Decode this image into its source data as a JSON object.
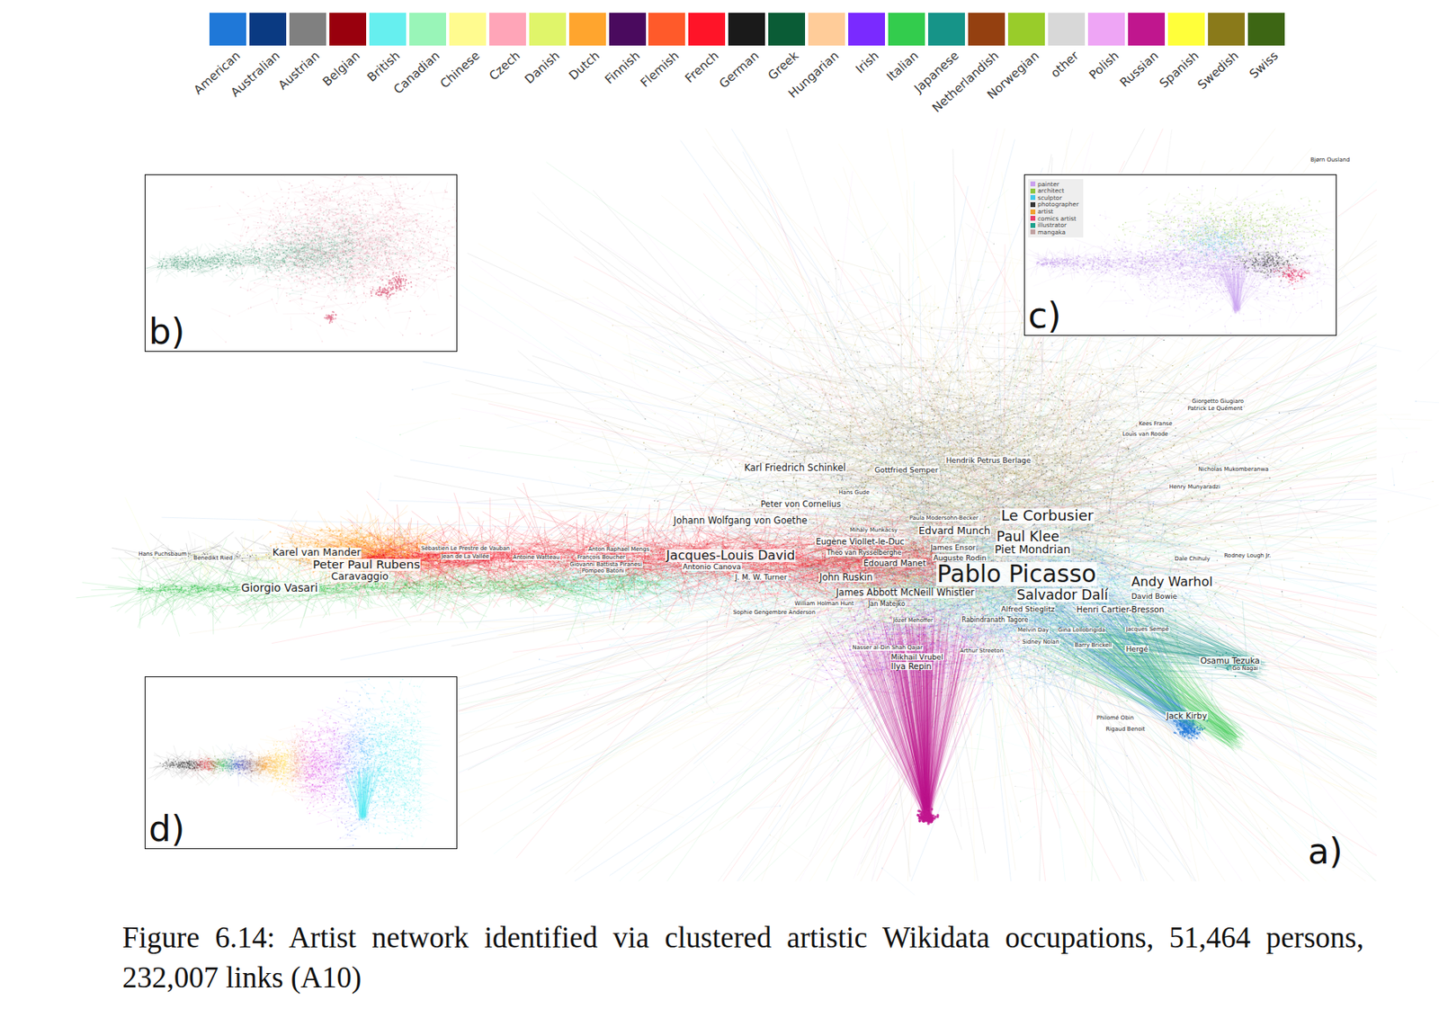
{
  "diagram": {
    "caption": "Figure 6.14: Artist network identified via clustered artistic Wikidata occupations, 51,464 persons, 232,007 links (A10)",
    "nodes": [
      {
        "text": [
          "b)"
        ]
      },
      {
        "text": [
          "c)"
        ]
      },
      {
        "text": [
          "d)"
        ]
      }
    ],
    "labels": [
      "a)",
      "Pablo Picasso",
      "Le Corbusier",
      "Paul Klee",
      "Piet Mondrian",
      "Salvador Dalí",
      "Andy Warhol",
      "Edvard Munch",
      "Jacques-Louis David",
      "Antonio Canova",
      "Peter Paul Rubens",
      "Karel van Mander",
      "Caravaggio",
      "Giorgio Vasari",
      "Johann Wolfgang von Goethe",
      "Karl Friedrich Schinkel",
      "Gottfried Semper",
      "Peter von Cornelius",
      "Hendrik Petrus Berlage",
      "Eugène Viollet-le-Duc",
      "J. M. W. Turner",
      "John Ruskin",
      "James Abbott McNeill Whistler",
      "William Holman Hunt",
      "Édouard Manet",
      "Auguste Rodin",
      "Theo van Rysselberghe",
      "James Ensor",
      "Sophie Gengembre Anderson",
      "Jan Matejko",
      "Józef Mehoffer",
      "Rabindranath Tagore",
      "Alfred Stieglitz",
      "Henri Cartier-Bresson",
      "Nasser al-Din Shah Qajar",
      "Mikhail Vrubel",
      "Ilya Repin",
      "Arthur Streeton",
      "Sidney Nolan",
      "Barry Brickell",
      "Hergé",
      "Melvin Day",
      "Gina Lollobrigida",
      "Jacques Sempé",
      "David Bowie",
      "Osamu Tezuka",
      "Go Nagai",
      "Jack Kirby",
      "Philomé Obin",
      "Rigaud Benoit",
      "Giorgetto Giugiaro",
      "Patrick Le Quément",
      "Kees Franse",
      "Louis van Roode",
      "Nicholas Mukomberanwa",
      "Henry Munyaradzi",
      "Dale Chihuly",
      "Rodney Lough Jr.",
      "Bjørn Ousland",
      "Hans Puchsbaum",
      "Benedikt Ried",
      "Sébastien Le Prestre de Vauban",
      "Jean de La Vallée",
      "Antoine Watteau",
      "François Boucher",
      "Anton Raphael Mengs",
      "Giovanni Battista Piranesi",
      "Pompeo Batoni",
      "Hans Gude",
      "Mihály Munkácsy",
      "Paula Modersohn-Becker"
    ],
    "legend": [
      {
        "text": "American",
        "color": "#1f78d8"
      },
      {
        "text": "Australian",
        "color": "#0a3a82"
      },
      {
        "text": "Austrian",
        "color": "#808080"
      },
      {
        "text": "Belgian",
        "color": "#99000d"
      },
      {
        "text": "British",
        "color": "#66efef"
      },
      {
        "text": "Canadian",
        "color": "#99f5b8"
      },
      {
        "text": "Chinese",
        "color": "#fffb8f"
      },
      {
        "text": "Czech",
        "color": "#ffa5b8"
      },
      {
        "text": "Danish",
        "color": "#e0f56a"
      },
      {
        "text": "Dutch",
        "color": "#ffa52e"
      },
      {
        "text": "Finnish",
        "color": "#4a0a5e"
      },
      {
        "text": "Flemish",
        "color": "#ff5a2a"
      },
      {
        "text": "French",
        "color": "#ff1428"
      },
      {
        "text": "German",
        "color": "#1a1a1a"
      },
      {
        "text": "Greek",
        "color": "#0a5c36"
      },
      {
        "text": "Hungarian",
        "color": "#ffcc99"
      },
      {
        "text": "Irish",
        "color": "#7a2aff"
      },
      {
        "text": "Italian",
        "color": "#33cc4d"
      },
      {
        "text": "Japanese",
        "color": "#169488"
      },
      {
        "text": "Netherlandish",
        "color": "#944010"
      },
      {
        "text": "Norwegian",
        "color": "#99cc2a"
      },
      {
        "text": "other",
        "color": "#d8d8d8"
      },
      {
        "text": "Polish",
        "color": "#eea5f5"
      },
      {
        "text": "Russian",
        "color": "#c0168e"
      },
      {
        "text": "Spanish",
        "color": "#ffff3a"
      },
      {
        "text": "Swedish",
        "color": "#8a7a1a"
      },
      {
        "text": "Swiss",
        "color": "#3d6614"
      },
      {
        "text": "painter",
        "color": "#c9a0ee"
      },
      {
        "text": "architect",
        "color": "#8cc63f"
      },
      {
        "text": "sculptor",
        "color": "#40c8e8"
      },
      {
        "text": "photographer",
        "color": "#333333"
      },
      {
        "text": "artist",
        "color": "#f0a030"
      },
      {
        "text": "comics artist",
        "color": "#e83e6c"
      },
      {
        "text": "illustrator",
        "color": "#1aa08c"
      },
      {
        "text": "mangaka",
        "color": "#c0a0a0"
      }
    ]
  }
}
